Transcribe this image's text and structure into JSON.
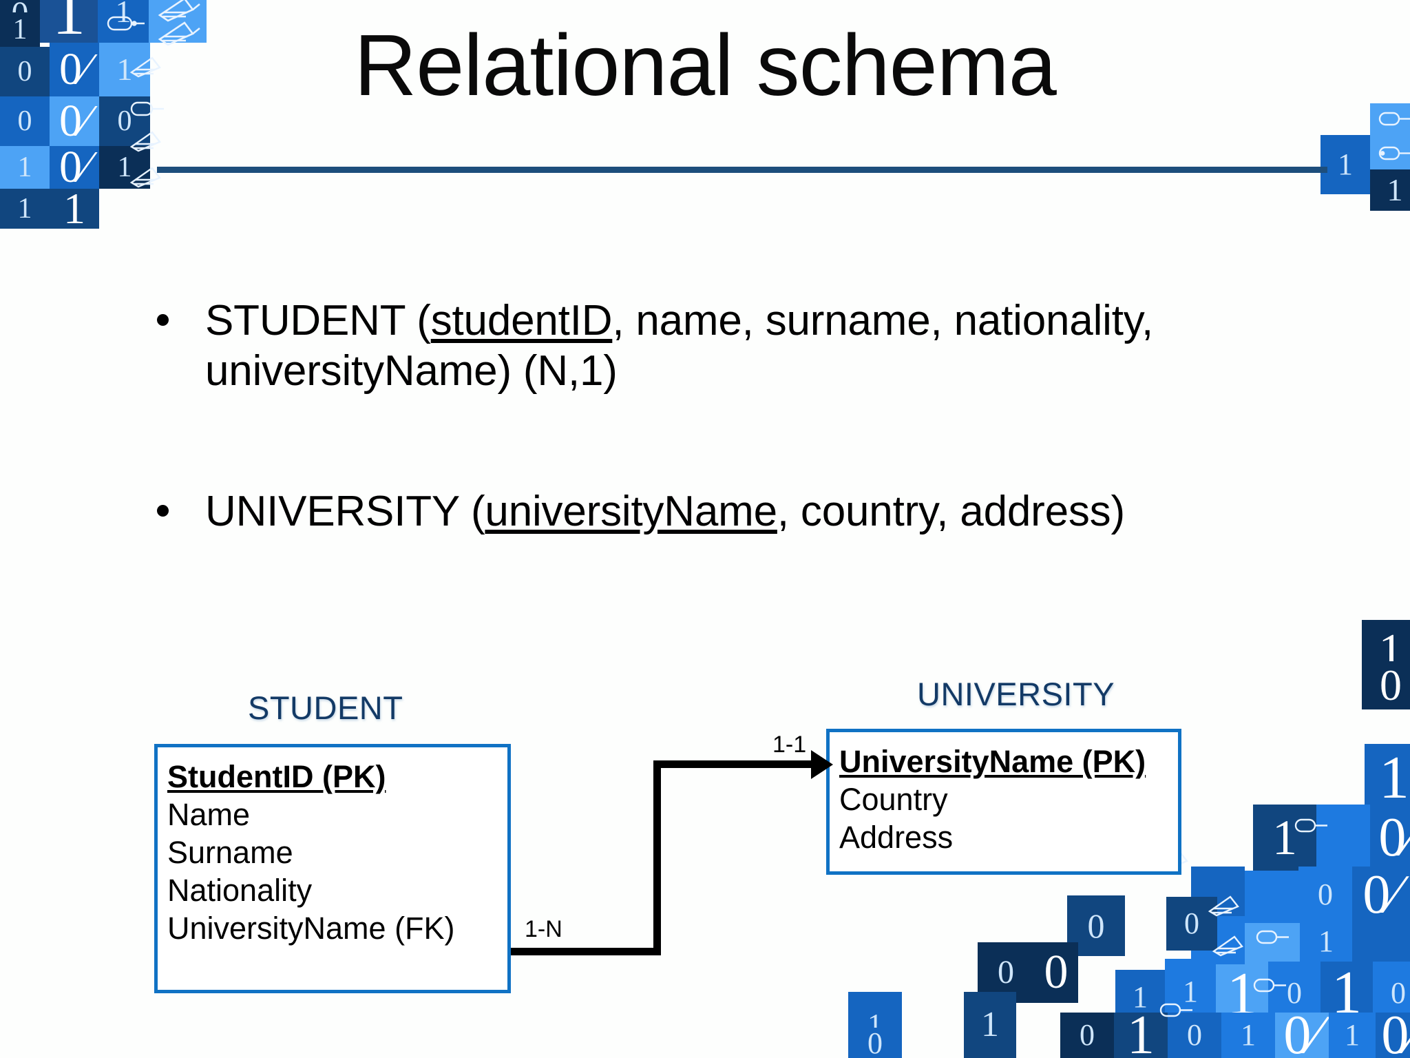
{
  "slide": {
    "title": "Relational schema",
    "rule_color": "#1d4e7c"
  },
  "bullets": [
    {
      "id": "student-relation",
      "pre": "STUDENT (",
      "key": "studentID",
      "post": ", name, surname, nationality, universityName) (N,1)"
    },
    {
      "id": "university-relation",
      "pre": "UNIVERSITY (",
      "key": "universityName",
      "post": ", country, address)"
    }
  ],
  "diagram": {
    "entities": [
      {
        "name": "STUDENT",
        "attributes": [
          "StudentID (PK)",
          "Name",
          "Surname",
          "Nationality",
          "UniversityName (FK)"
        ]
      },
      {
        "name": "UNIVERSITY",
        "attributes": [
          "UniversityName (PK)",
          "Country",
          "Address"
        ]
      }
    ],
    "relationship": {
      "source_cardinality": "1-N",
      "target_cardinality": "1-1",
      "from": "STUDENT",
      "to": "UNIVERSITY"
    },
    "accent_color": "#1072c4",
    "entity_title_color": "#133a66"
  },
  "decoration": {
    "name": "binary-mosaic",
    "digits": [
      "0",
      "1"
    ],
    "icons": [
      "pen-nib-icon",
      "pencil-icon"
    ],
    "palette": [
      "#0b2f57",
      "#11467f",
      "#1565c0",
      "#1e7ae0",
      "#4da3f5",
      "#7cbdf8"
    ]
  }
}
